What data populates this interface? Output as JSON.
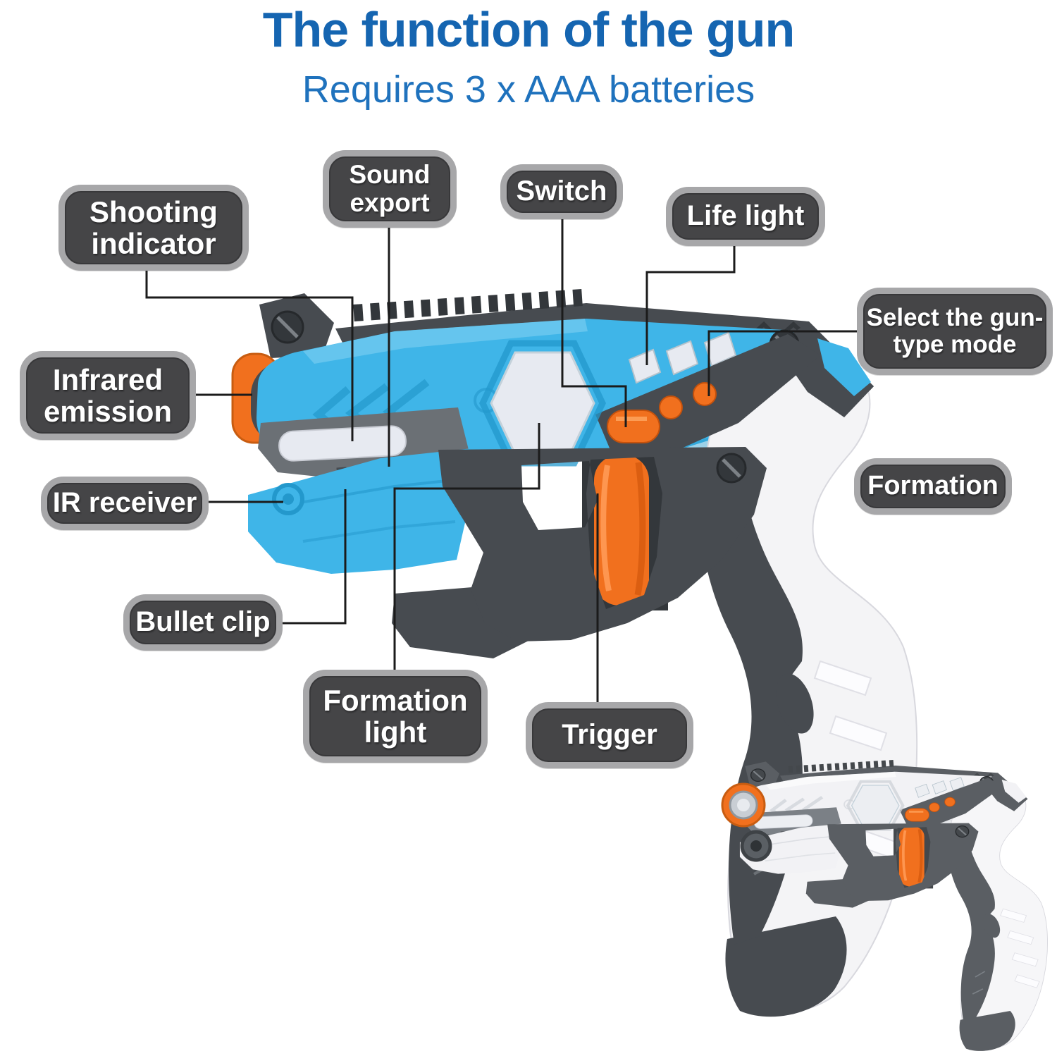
{
  "header": {
    "title": "The function of the gun",
    "subtitle": "Requires 3 x AAA batteries"
  },
  "callouts": [
    {
      "id": "shooting-indicator",
      "text": "Shooting indicator"
    },
    {
      "id": "sound-export",
      "text": "Sound export"
    },
    {
      "id": "switch",
      "text": "Switch"
    },
    {
      "id": "life-light",
      "text": "Life light"
    },
    {
      "id": "select-gun-type",
      "text": "Select the gun-type mode"
    },
    {
      "id": "infrared-emission",
      "text": "Infrared emission"
    },
    {
      "id": "ir-receiver",
      "text": "IR receiver"
    },
    {
      "id": "formation",
      "text": "Formation"
    },
    {
      "id": "bullet-clip",
      "text": "Bullet clip"
    },
    {
      "id": "formation-light",
      "text": "Formation light"
    },
    {
      "id": "trigger",
      "text": "Trigger"
    }
  ],
  "colors": {
    "title_blue": "#1565b1",
    "subtitle_blue": "#1f72bd",
    "label_bg": "#454547",
    "label_border": "#a7a7a9",
    "label_text": "#ffffff",
    "gun_blue": "#3fb5e8",
    "gun_blue_dark": "#2398cc",
    "gun_dark": "#474b50",
    "gun_orange": "#f1701e",
    "gun_white": "#f4f4f6",
    "light_panel": "#e7eaf1"
  }
}
